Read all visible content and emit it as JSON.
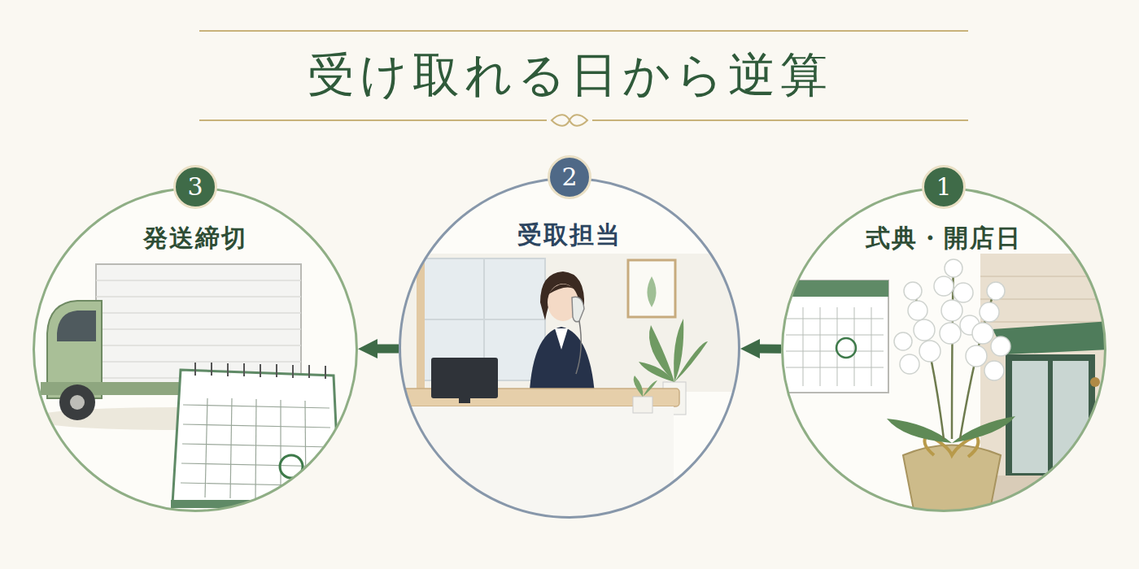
{
  "diagram": {
    "title": "受け取れる日から逆算",
    "nodes": [
      {
        "text": [
          "3",
          "発送締切"
        ]
      },
      {
        "text": [
          "2",
          "受取担当"
        ]
      },
      {
        "text": [
          "1",
          "式典・開店日"
        ]
      }
    ],
    "edges": [
      {
        "from": 2,
        "to": 1,
        "arrow": "to"
      },
      {
        "from": 1,
        "to": 0,
        "arrow": "to"
      }
    ]
  }
}
